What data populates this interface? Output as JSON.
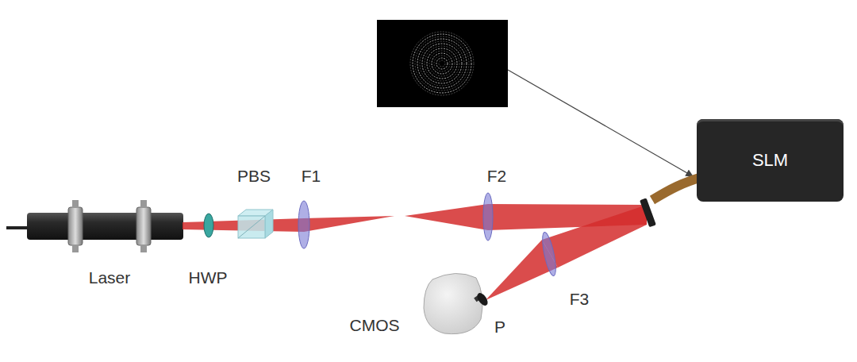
{
  "diagram": {
    "nodes": [
      {
        "text": [
          "SLM"
        ]
      }
    ],
    "edges": [],
    "labels": [
      "Laser",
      "HWP",
      "PBS",
      "F1",
      "F2",
      "CMOS",
      "P",
      "F3"
    ]
  }
}
